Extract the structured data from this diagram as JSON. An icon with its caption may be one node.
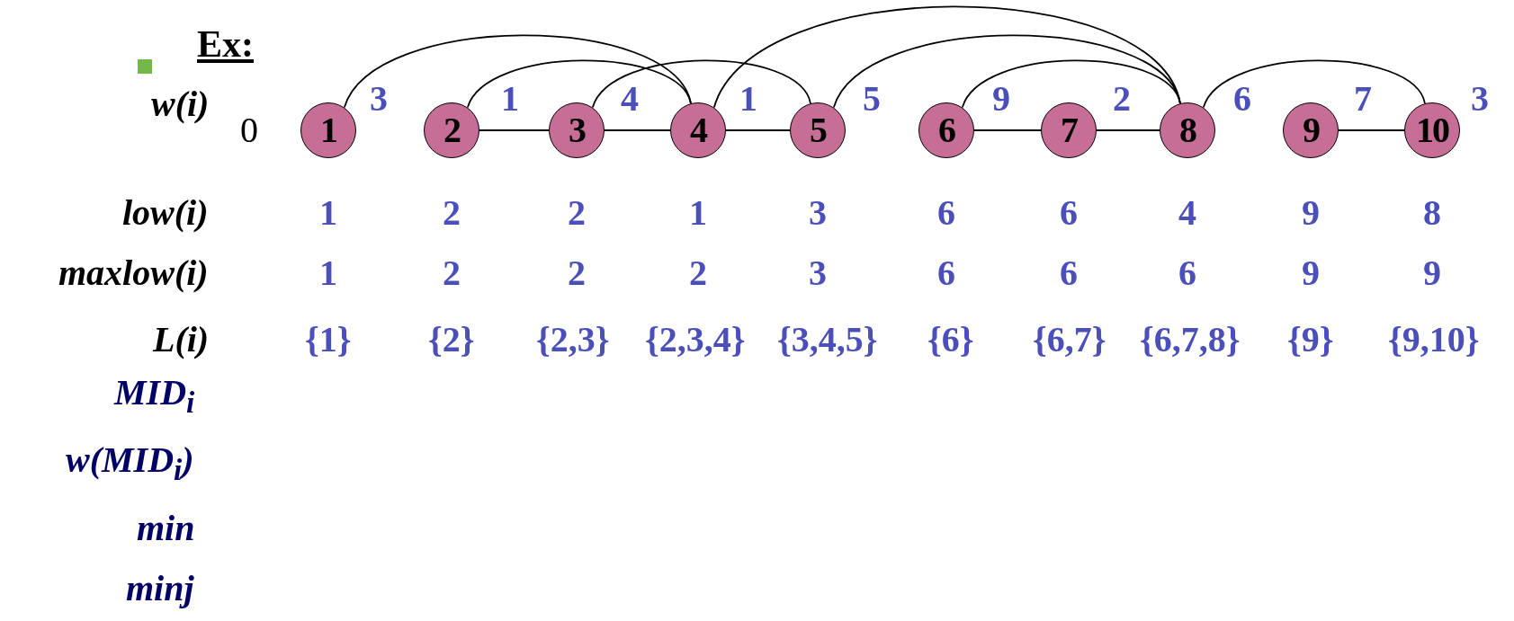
{
  "diagram": {
    "title": "Ex:",
    "nodes": [
      {
        "text": [
          "1"
        ]
      },
      {
        "text": [
          "2"
        ]
      },
      {
        "text": [
          "3"
        ]
      },
      {
        "text": [
          "4"
        ]
      },
      {
        "text": [
          "5"
        ]
      },
      {
        "text": [
          "6"
        ]
      },
      {
        "text": [
          "7"
        ]
      },
      {
        "text": [
          "8"
        ]
      },
      {
        "text": [
          "9"
        ]
      },
      {
        "text": [
          "10"
        ]
      }
    ],
    "edges": [
      {
        "from": 0,
        "to": 3,
        "arrow": "none"
      },
      {
        "from": 1,
        "to": 2,
        "arrow": "none"
      },
      {
        "from": 1,
        "to": 3,
        "arrow": "none"
      },
      {
        "from": 2,
        "to": 3,
        "arrow": "none"
      },
      {
        "from": 2,
        "to": 4,
        "arrow": "none"
      },
      {
        "from": 3,
        "to": 4,
        "arrow": "none"
      },
      {
        "from": 3,
        "to": 7,
        "arrow": "none"
      },
      {
        "from": 4,
        "to": 7,
        "arrow": "none"
      },
      {
        "from": 5,
        "to": 6,
        "arrow": "none"
      },
      {
        "from": 5,
        "to": 7,
        "arrow": "none"
      },
      {
        "from": 6,
        "to": 7,
        "arrow": "none"
      },
      {
        "from": 7,
        "to": 9,
        "arrow": "none"
      },
      {
        "from": 8,
        "to": 9,
        "arrow": "none"
      }
    ],
    "labels": [
      "w(i)",
      "0",
      "3",
      "1",
      "4",
      "1",
      "5",
      "9",
      "2",
      "6",
      "7",
      "3",
      "low(i)",
      "1",
      "2",
      "2",
      "1",
      "3",
      "6",
      "6",
      "4",
      "9",
      "8",
      "maxlow(i)",
      "1",
      "2",
      "2",
      "2",
      "3",
      "6",
      "6",
      "6",
      "9",
      "9",
      "L(i)",
      "{1}",
      "{2}",
      "{2,3}",
      "{2,3,4}",
      "{3,4,5}",
      "{6}",
      "{6,7}",
      "{6,7,8}",
      "{9}",
      "{9,10}",
      "MID$_{i}$",
      "w(MID$_{i}$)",
      "min",
      "minj"
    ]
  }
}
